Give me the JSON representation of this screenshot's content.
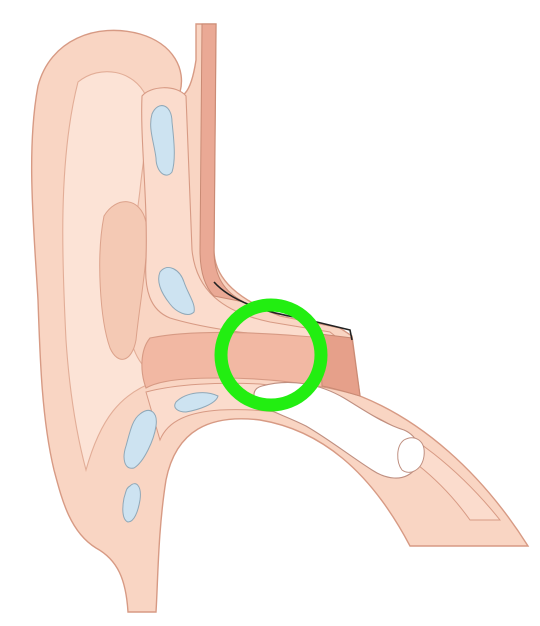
{
  "diagram": {
    "subject": "ear-anatomy",
    "highlight": {
      "target": "ear-canal",
      "shape": "circle"
    }
  },
  "colors": {
    "background": "#ffffff",
    "skin": "#f9d5c3",
    "skin_light": "#fce3d6",
    "skin_dark": "#eec2ac",
    "canal": "#eaa995",
    "cartilage": "#cde3f1",
    "bone": "#ffffff",
    "outline": "#d79a84",
    "highlight": "#22ee11"
  }
}
